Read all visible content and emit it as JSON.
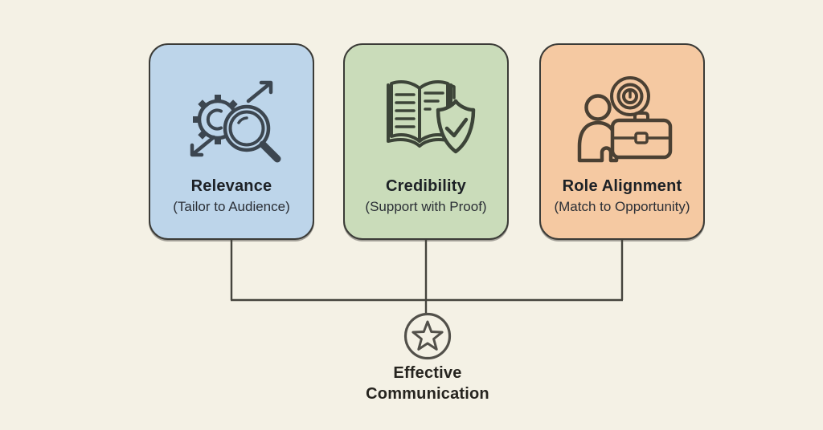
{
  "diagram": {
    "background_color": "#f4f1e5",
    "cards": [
      {
        "title": "Relevance",
        "subtitle": "(Tailor to Audience)",
        "color": "#bdd5ea",
        "icon": "gear-magnifier-icon",
        "icon_color": "#3c4650"
      },
      {
        "title": "Credibility",
        "subtitle": "(Support with Proof)",
        "color": "#cadcba",
        "icon": "book-shield-icon",
        "icon_color": "#3c4438"
      },
      {
        "title": "Role Alignment",
        "subtitle": "(Match to Opportunity)",
        "color": "#f5c9a2",
        "icon": "person-briefcase-icon",
        "icon_color": "#4a4033"
      }
    ],
    "outcome": {
      "line1": "Effective",
      "line2": "Communication",
      "icon": "star-circle-icon"
    },
    "colors": {
      "card_border": "#3b3b37",
      "connector_line": "#45443d",
      "star_stroke": "#52504a",
      "title_text": "#1d2126",
      "subtitle_text": "#2a2e35",
      "outcome_text": "#26241f"
    }
  }
}
